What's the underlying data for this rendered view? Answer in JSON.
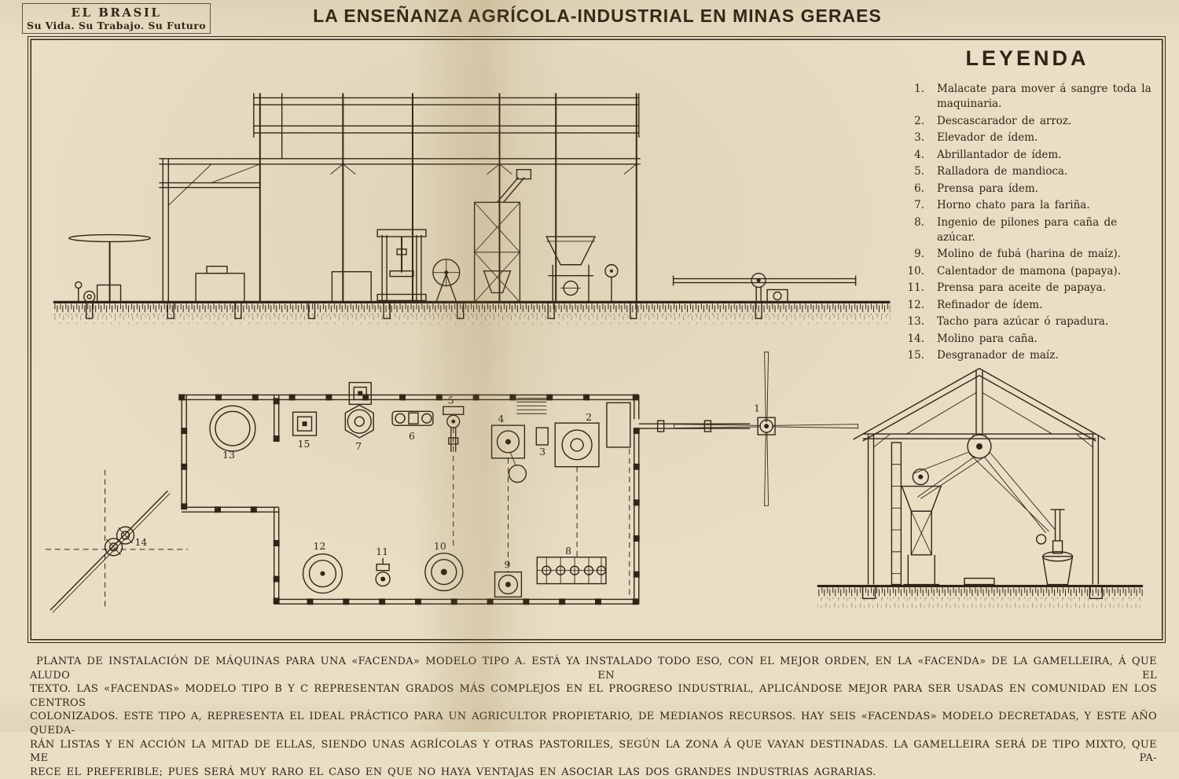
{
  "colors": {
    "paper": "#e9dfc5",
    "ink": "#2e2517"
  },
  "masthead": {
    "title": "EL BRASIL",
    "subtitle": "Su Vida. Su Trabajo. Su Futuro"
  },
  "page_title": "LA ENSEÑANZA AGRÍCOLA-INDUSTRIAL EN MINAS GERAES",
  "legend": {
    "title": "LEYENDA",
    "items": [
      {
        "number": "1.",
        "text": "Malacate para mover á sangre toda la maquinaria."
      },
      {
        "number": "2.",
        "text": "Descascarador de arroz."
      },
      {
        "number": "3.",
        "text": "Elevador de ídem."
      },
      {
        "number": "4.",
        "text": "Abrillantador de ídem."
      },
      {
        "number": "5.",
        "text": "Ralladora de mandioca."
      },
      {
        "number": "6.",
        "text": "Prensa para ídem."
      },
      {
        "number": "7.",
        "text": "Horno chato para la fariña."
      },
      {
        "number": "8.",
        "text": "Ingenio de pilones para caña de azúcar."
      },
      {
        "number": "9.",
        "text": "Molino de fubá (harina de maíz)."
      },
      {
        "number": "10.",
        "text": "Calentador de mamona (papaya)."
      },
      {
        "number": "11.",
        "text": "Prensa para aceite de papaya."
      },
      {
        "number": "12.",
        "text": "Refinador de ídem."
      },
      {
        "number": "13.",
        "text": "Tacho para azúcar ó rapadura."
      },
      {
        "number": "14.",
        "text": "Molino para caña."
      },
      {
        "number": "15.",
        "text": "Desgranador de maíz."
      }
    ]
  },
  "diagram": {
    "machine_numbers": [
      "1",
      "2",
      "3",
      "4",
      "5",
      "6",
      "7",
      "8",
      "9",
      "10",
      "11",
      "12",
      "13",
      "14",
      "15"
    ]
  },
  "caption": {
    "lines": [
      "PLANTA DE INSTALACIÓN DE MÁQUINAS PARA UNA «FACENDA» MODELO TIPO A. ESTÁ YA INSTALADO TODO ESO, CON EL MEJOR ORDEN, EN LA «FACENDA» DE LA GAMELLEIRA, Á QUE ALUDO EN EL",
      "TEXTO. LAS «FACENDAS» MODELO TIPO B Y C REPRESENTAN GRADOS MÁS COMPLEJOS EN EL PROGRESO INDUSTRIAL, APLICÁNDOSE MEJOR PARA SER USADAS EN COMUNIDAD EN LOS CENTROS",
      "COLONIZADOS. ESTE TIPO A, REPRESENTA EL IDEAL PRÁCTICO PARA UN AGRICULTOR PROPIETARIO, DE MEDIANOS RECURSOS. HAY SEIS «FACENDAS» MODELO DECRETADAS, Y ESTE AÑO QUEDA-",
      "RÁN LISTAS Y EN ACCIÓN LA MITAD DE ELLAS, SIENDO UNAS AGRÍCOLAS Y OTRAS PASTORILES, SEGÚN LA ZONA Á QUE VAYAN DESTINADAS. LA GAMELLEIRA SERÁ DE TIPO MIXTO, QUE ME PA-",
      "RECE EL PREFERIBLE; PUES SERÁ MUY RARO EL CASO EN QUE NO HAYA VENTAJAS EN ASOCIAR LAS DOS GRANDES INDUSTRIAS AGRARIAS."
    ]
  }
}
